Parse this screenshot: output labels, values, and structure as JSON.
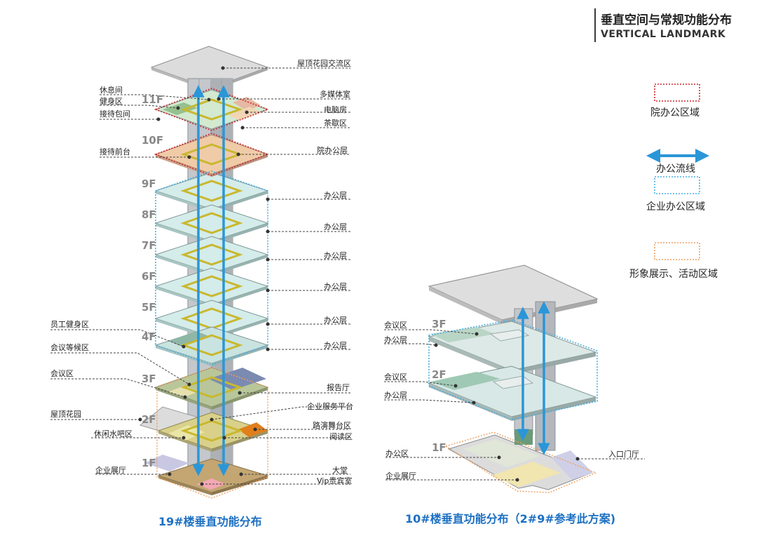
{
  "header": {
    "title": "垂直空间与常规功能分布",
    "subtitle": "VERTICAL LANDMARK"
  },
  "legend": [
    {
      "label": "院办公区域",
      "color": "#c8282d",
      "style": "dotted-box"
    },
    {
      "label": "办公流线",
      "color": "#2a96d8",
      "style": "double-arrow"
    },
    {
      "label": "企业办公区域",
      "color": "#4aaee0",
      "style": "dotted-box"
    },
    {
      "label": "形象展示、活动区域",
      "color": "#f0a060",
      "style": "dotted-box"
    }
  ],
  "building_19": {
    "caption": "19#楼垂直功能分布",
    "floors": [
      "11F",
      "10F",
      "9F",
      "8F",
      "7F",
      "6F",
      "5F",
      "4F",
      "3F",
      "2F",
      "1F"
    ],
    "labels_left": [
      "休息间",
      "健身区",
      "接待包间",
      "接待前台",
      "员工健身区",
      "会议等候区",
      "会议区",
      "屋顶花园",
      "休闲水吧区",
      "企业展厅"
    ],
    "labels_right": [
      "屋顶花园交流区",
      "多媒体室",
      "电脑房",
      "茶歇区",
      "院办公层",
      "办公层",
      "办公层",
      "办公层",
      "办公层",
      "办公层",
      "办公层",
      "报告厅",
      "企业服务平台",
      "路演舞台区",
      "阅读区",
      "大堂",
      "Vip贵宾室"
    ]
  },
  "building_10": {
    "caption": "10#楼垂直功能分布（2#9#参考此方案)",
    "floors": [
      "3F",
      "2F",
      "1F"
    ],
    "labels_left": [
      "会议区",
      "办公层",
      "会议区",
      "办公层",
      "办公区",
      "企业展厅"
    ],
    "labels_right": [
      "入口门厅"
    ]
  },
  "colors": {
    "accent_blue": "#1d70c2",
    "institute_red": "#c8282d",
    "enterprise_blue": "#4aaee0",
    "display_orange": "#f0a060",
    "slab_green": "#d4ecea",
    "core_gray": "#c4c7cb"
  }
}
